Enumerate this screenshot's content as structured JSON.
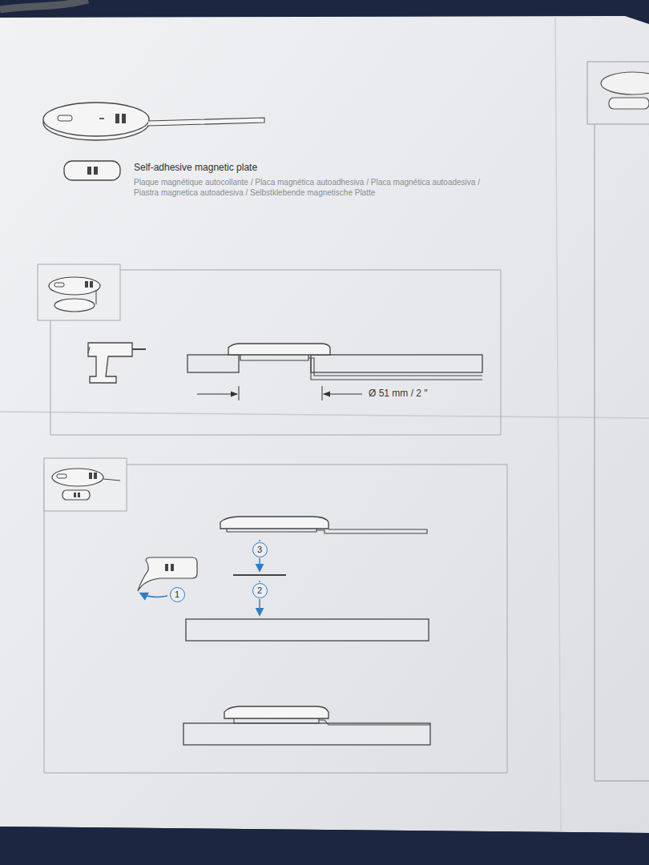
{
  "diagram": {
    "nodes": [
      {
        "text": [
          "3"
        ]
      },
      {
        "text": [
          "1"
        ]
      },
      {
        "text": [
          "2"
        ]
      }
    ],
    "labels": [
      "Self-adhesive magnetic plate",
      "Plaque magnétique autocollante / Placa magnética autoadhesiva / Placa magnética autoadesiva / Piastra magnetica autoadesiva / Selbstklebende magnetische Platte",
      "Ø 51 mm / 2 ″"
    ]
  }
}
